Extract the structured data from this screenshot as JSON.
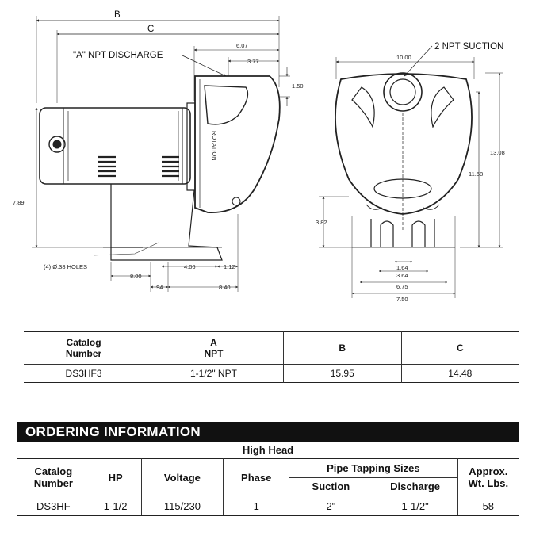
{
  "drawing": {
    "labels": {
      "B": "B",
      "C": "C",
      "discharge": "\"A\" NPT DISCHARGE",
      "suction": "2 NPT SUCTION",
      "rotation": "ROTATION",
      "holes": "(4) Ø.38 HOLES"
    },
    "dims": {
      "d607": "6.07",
      "d377": "3.77",
      "d150": "1.50",
      "d789": "7.89",
      "d406": "4.06",
      "d112": "1.12",
      "d800": "8.00",
      "d94": ".94",
      "d840": "8.40",
      "d1000": "10.00",
      "d1308": "13.08",
      "d1158": "11.58",
      "d382": "3.82",
      "d164": "1.64",
      "d364": "3.64",
      "d675": "6.75",
      "d750": "7.50"
    }
  },
  "dimensions_table": {
    "headers": {
      "catalog": [
        "Catalog",
        "Number"
      ],
      "a": [
        "A",
        "NPT"
      ],
      "b": "B",
      "c": "C"
    },
    "row": {
      "catalog": "DS3HF3",
      "a": "1-1/2\" NPT",
      "b": "15.95",
      "c": "14.48"
    }
  },
  "ordering": {
    "title": "ORDERING INFORMATION",
    "subtitle": "High Head",
    "headers": {
      "catalog": [
        "Catalog",
        "Number"
      ],
      "hp": "HP",
      "voltage": "Voltage",
      "phase": "Phase",
      "pipe": "Pipe Tapping Sizes",
      "suction": "Suction",
      "discharge": "Discharge",
      "weight": [
        "Approx.",
        "Wt. Lbs."
      ]
    },
    "row": {
      "catalog": "DS3HF",
      "hp": "1-1/2",
      "voltage": "115/230",
      "phase": "1",
      "suction": "2\"",
      "discharge": "1-1/2\"",
      "weight": "58"
    }
  }
}
